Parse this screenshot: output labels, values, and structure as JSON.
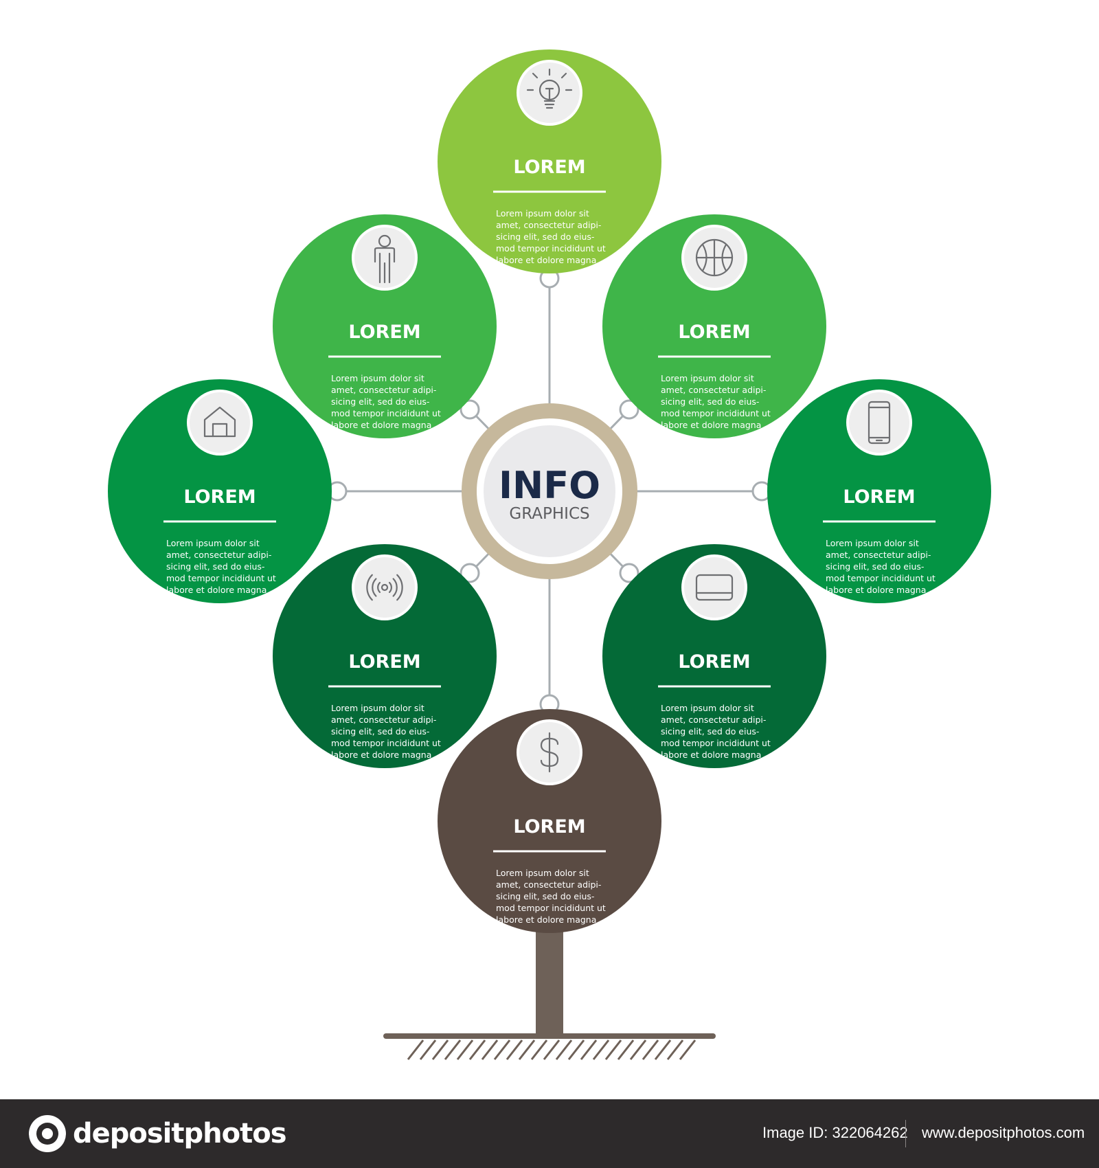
{
  "center": {
    "title": "INFO",
    "subtitle": "GRAPHICS"
  },
  "nodes": [
    {
      "label": "LOREM",
      "text": [
        "Lorem ipsum dolor sit",
        "amet, consectetur adipi-",
        "sicing elit, sed do eius-",
        "mod tempor incididunt ut",
        "labore et dolore magna"
      ],
      "color": "#8dc63f",
      "icon": "lightbulb-icon"
    },
    {
      "label": "LOREM",
      "text": [
        "Lorem ipsum dolor sit",
        "amet, consectetur adipi-",
        "sicing elit, sed do eius-",
        "mod tempor incididunt ut",
        "labore et dolore magna"
      ],
      "color": "#3fb549",
      "icon": "person-icon"
    },
    {
      "label": "LOREM",
      "text": [
        "Lorem ipsum dolor sit",
        "amet, consectetur adipi-",
        "sicing elit, sed do eius-",
        "mod tempor incididunt ut",
        "labore et dolore magna"
      ],
      "color": "#3fb549",
      "icon": "basketball-icon"
    },
    {
      "label": "LOREM",
      "text": [
        "Lorem ipsum dolor sit",
        "amet, consectetur adipi-",
        "sicing elit, sed do eius-",
        "mod tempor incididunt ut",
        "labore et dolore magna"
      ],
      "color": "#049444",
      "icon": "house-icon"
    },
    {
      "label": "LOREM",
      "text": [
        "Lorem ipsum dolor sit",
        "amet, consectetur adipi-",
        "sicing elit, sed do eius-",
        "mod tempor incididunt ut",
        "labore et dolore magna"
      ],
      "color": "#049444",
      "icon": "smartphone-icon"
    },
    {
      "label": "LOREM",
      "text": [
        "Lorem ipsum dolor sit",
        "amet, consectetur adipi-",
        "sicing elit, sed do eius-",
        "mod tempor incididunt ut",
        "labore et dolore magna"
      ],
      "color": "#046a37",
      "icon": "signal-icon"
    },
    {
      "label": "LOREM",
      "text": [
        "Lorem ipsum dolor sit",
        "amet, consectetur adipi-",
        "sicing elit, sed do eius-",
        "mod tempor incididunt ut",
        "labore et dolore magna"
      ],
      "color": "#046a37",
      "icon": "laptop-icon"
    },
    {
      "label": "LOREM",
      "text": [
        "Lorem ipsum dolor sit",
        "amet, consectetur adipi-",
        "sicing elit, sed do eius-",
        "mod tempor incididunt ut",
        "labore et dolore magna"
      ],
      "color": "#5a4b43",
      "icon": "dollar-icon"
    }
  ],
  "colors": {
    "trunk": "#6e6158",
    "ground": "#6e6158",
    "connector": "#a7adb1",
    "center_ring": "#c6b89c",
    "title_text": "#1b2a48"
  },
  "footer": {
    "brand": "depositphotos",
    "image_id": "Image ID: 322064262",
    "url": "www.depositphotos.com"
  }
}
